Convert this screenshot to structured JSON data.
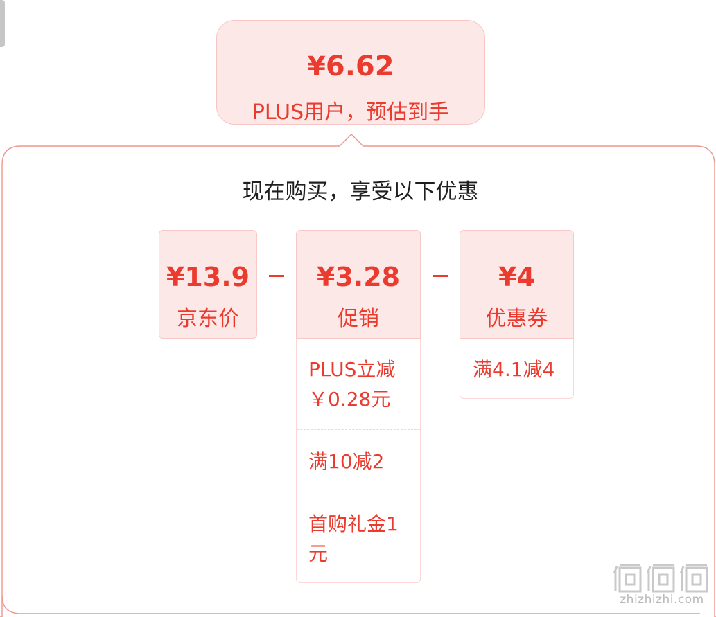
{
  "summary": {
    "currency": "¥",
    "final_price": "6.62",
    "caption": "PLUS用户，预估到手"
  },
  "panel": {
    "title": "现在购买，享受以下优惠"
  },
  "breakdown": [
    {
      "amount": "¥13.9",
      "label": "京东价",
      "details": []
    },
    {
      "amount": "¥3.28",
      "label": "促销",
      "details": [
        "PLUS立减￥0.28元",
        "满10减2",
        "首购礼金1元"
      ]
    },
    {
      "amount": "¥4",
      "label": "优惠券",
      "details": [
        "满4.1减4"
      ]
    }
  ],
  "operators": [
    "-",
    "-"
  ],
  "watermark": {
    "text": "zhizhizhi.com"
  },
  "colors": {
    "accent": "#ea3b2e",
    "card_bg": "#fde8e8",
    "border": "#f2948c"
  }
}
